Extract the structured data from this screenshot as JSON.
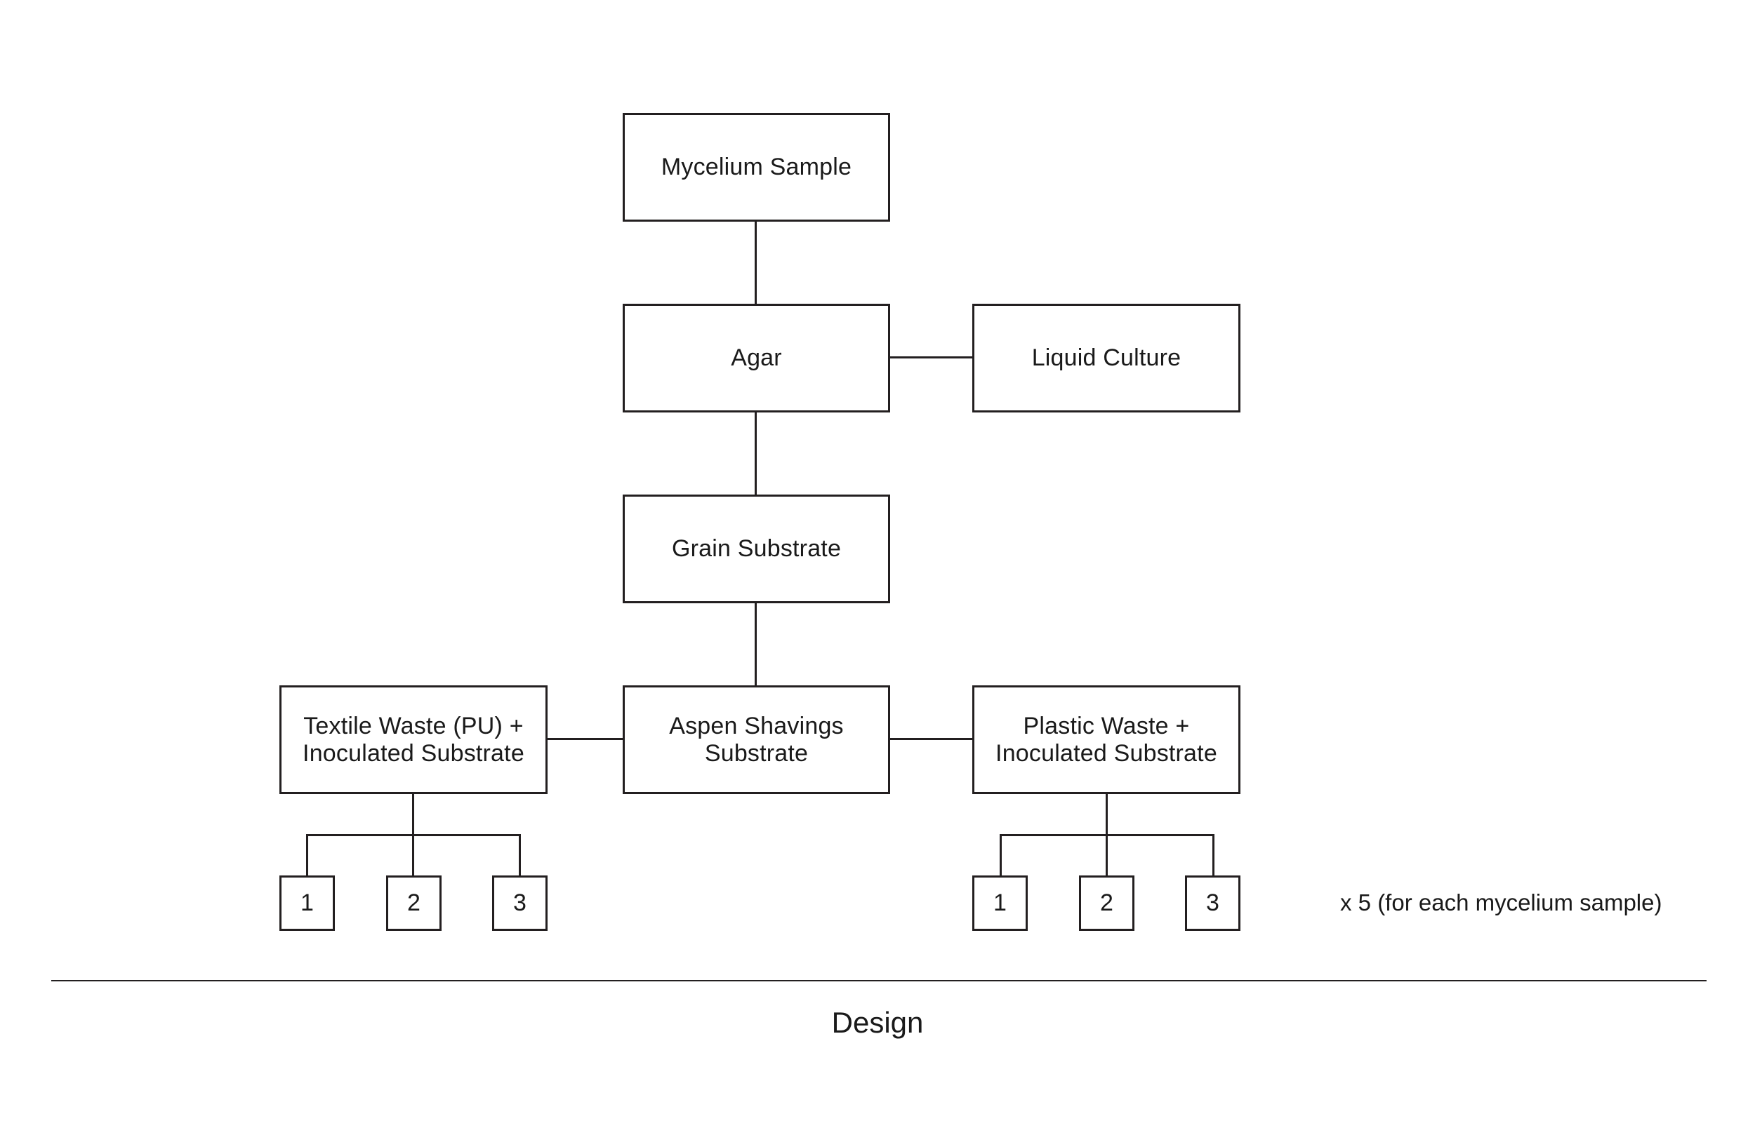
{
  "diagram": {
    "nodes": {
      "mycelium_sample": "Mycelium Sample",
      "agar": "Agar",
      "liquid_culture": "Liquid Culture",
      "grain_substrate": "Grain Substrate",
      "aspen_shavings": "Aspen Shavings\nSubstrate",
      "textile_waste": "Textile Waste (PU) +\nInoculated Substrate",
      "plastic_waste": "Plastic Waste +\nInoculated Substrate"
    },
    "textile_replicates": [
      "1",
      "2",
      "3"
    ],
    "plastic_replicates": [
      "1",
      "2",
      "3"
    ],
    "replicate_note": "x 5 (for each mycelium sample)"
  },
  "caption": "Design"
}
